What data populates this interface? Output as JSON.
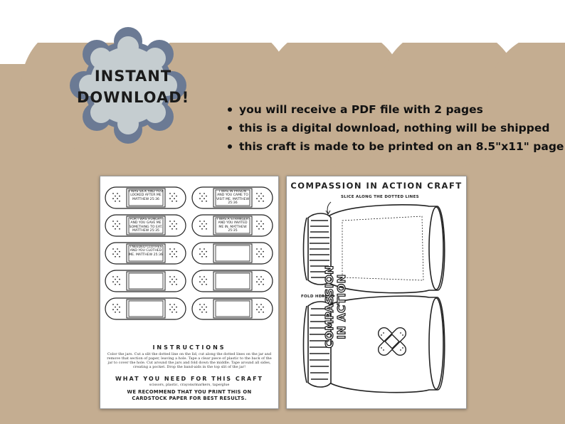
{
  "colors": {
    "tan": "#c4ad91",
    "badge_outer": "#6b7a94",
    "badge_inner": "#c5cdd0"
  },
  "badge": {
    "line1": "INSTANT",
    "line2": "DOWNLOAD!"
  },
  "bullets": [
    "you will receive a PDF file with 2 pages",
    "this is a digital download, nothing will be shipped",
    "this craft is made to be printed on an 8.5\"x11\" page"
  ],
  "page1": {
    "bandages": [
      "I WAS SICK AND YOU LOOKED AFTER ME MATTHEW 25:36",
      "I WAS IN PRISON AND YOU CAME TO VISIT ME. MATTHEW 25:36",
      "FOR I WAS HUNGRY AND YOU GAVE ME SOMETHING TO EAT. MATTHEW 25:35",
      "I WAS A STRANGER AND YOU INVITED ME IN. MATTHEW 25:35",
      "I NEEDED CLOTHES AND YOU CLOTHED ME. MATTHEW 25:36",
      "",
      "",
      "",
      "",
      ""
    ],
    "instructions_title": "INSTRUCTIONS",
    "instructions_text": "Color the jars. Cut a slit the dotted line on the lid, cut along the dotted lines on the jar and remove that section of paper, leaving a hole. Tape a clear piece of plastic to the back of the jar to cover the hole. Cut around the jars and fold down the middle. Tape around all sides, creating a pocket. Drop the band-aids in the top slit of the jar!",
    "need_title": "WHAT YOU NEED FOR THIS CRAFT",
    "need_text": "scissors, plastic, crayons/markers, tape/glue",
    "recommend_line1": "WE RECOMMEND THAT YOU PRINT THIS ON",
    "recommend_line2": "CARDSTOCK PAPER FOR BEST RESULTS."
  },
  "page2": {
    "title": "COMPASSION IN ACTION CRAFT",
    "slice_label": "SLICE ALONG THE DOTTED LINES",
    "fold_label": "FOLD HERE",
    "jar_text_line1": "COMPASSION",
    "jar_text_line2": "IN ACTION"
  }
}
